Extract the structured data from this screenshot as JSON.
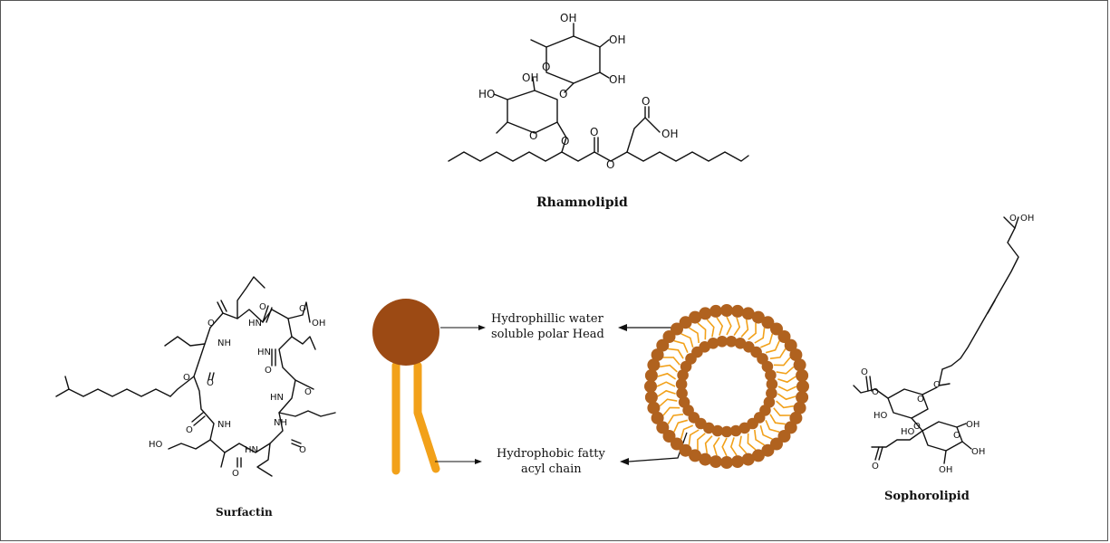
{
  "molecules": {
    "rhamnolipid": {
      "name": "Rhamnolipid",
      "labels": [
        "OH",
        "OH",
        "OH",
        "OH",
        "HO",
        "O",
        "O",
        "O",
        "O",
        "O",
        "O",
        "O",
        "OH"
      ]
    },
    "surfactin": {
      "name": "Surfactin",
      "labels": [
        "O",
        "NH",
        "O",
        "HN",
        "OH",
        "O",
        "HN",
        "O",
        "O",
        "O",
        "HN",
        "O",
        "O",
        "NH",
        "NH",
        "HN",
        "O",
        "O",
        "HO"
      ]
    },
    "sophorolipid": {
      "name": "Sophorolipid",
      "labels": [
        "OH",
        "O",
        "O",
        "O",
        "O",
        "O",
        "HO",
        "HO",
        "O",
        "OH",
        "OH",
        "O",
        "OH",
        "O"
      ]
    }
  },
  "callouts": {
    "head": {
      "line1": "Hydrophillic water",
      "line2": "soluble polar Head"
    },
    "tail": {
      "line1": "Hydrophobic fatty",
      "line2": "acyl chain"
    }
  },
  "colors": {
    "head": "#9c4a14",
    "bead": "#b0621f",
    "tail": "#f2a11a",
    "line": "#111111"
  },
  "vesicle": {
    "head_count": 44
  }
}
